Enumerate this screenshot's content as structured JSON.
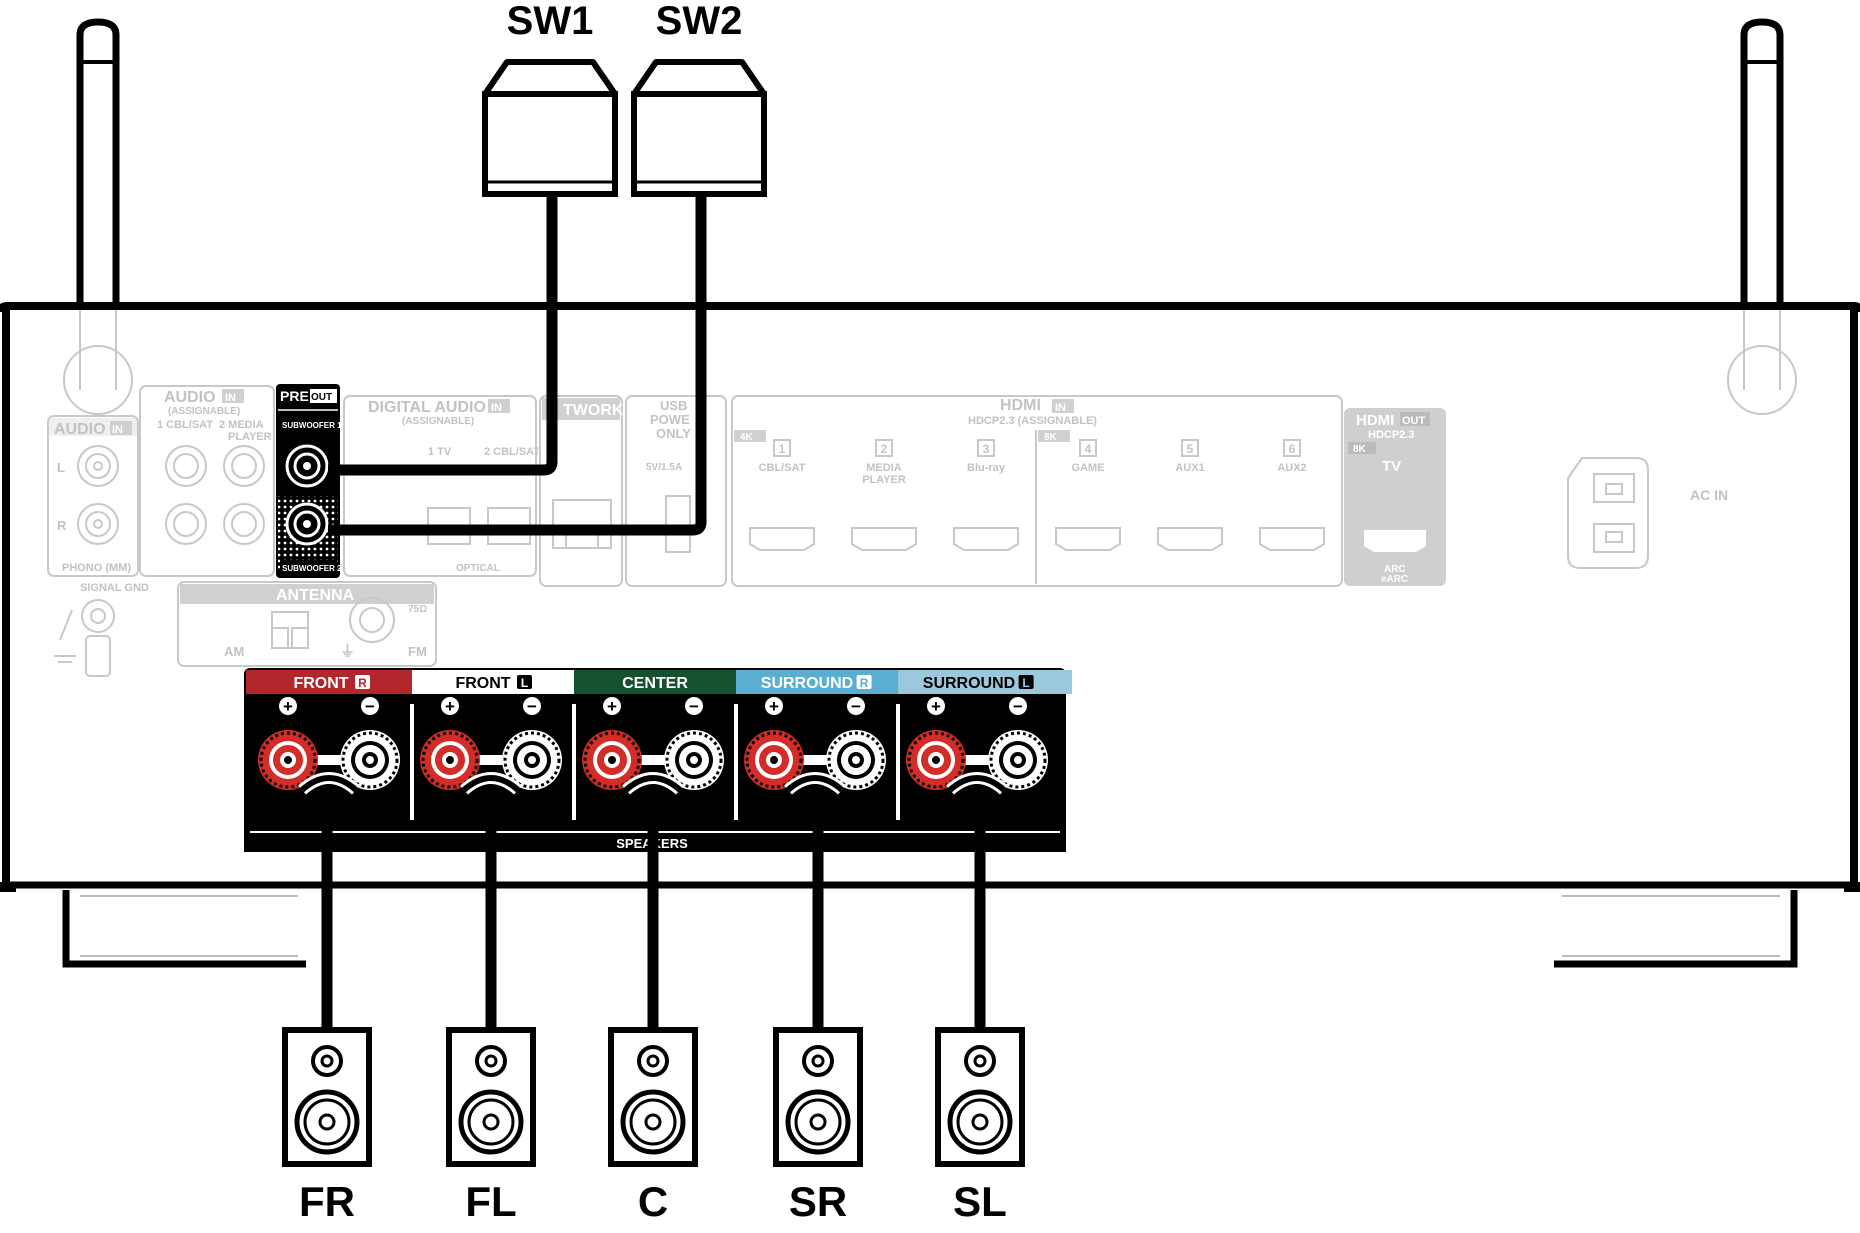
{
  "subwoofers": [
    {
      "id": "sw1",
      "label": "SW1"
    },
    {
      "id": "sw2",
      "label": "SW2"
    }
  ],
  "speakers": [
    {
      "id": "fr",
      "label": "FR"
    },
    {
      "id": "fl",
      "label": "FL"
    },
    {
      "id": "c",
      "label": "C"
    },
    {
      "id": "sr",
      "label": "SR"
    },
    {
      "id": "sl",
      "label": "SL"
    }
  ],
  "speaker_terminals": {
    "title": "SPEAKERS",
    "channels": [
      {
        "name": "FRONT",
        "badge": "R",
        "color": "#b3262c",
        "text_color": "#ffffff"
      },
      {
        "name": "FRONT",
        "badge": "L",
        "color": "#ffffff",
        "text_color": "#000000"
      },
      {
        "name": "CENTER",
        "badge": "",
        "color": "#15502f",
        "text_color": "#ffffff"
      },
      {
        "name": "SURROUND",
        "badge": "R",
        "color": "#5aaed2",
        "text_color": "#ffffff"
      },
      {
        "name": "SURROUND",
        "badge": "L",
        "color": "#9cc8dd",
        "text_color": "#000000"
      }
    ],
    "plus": "+",
    "minus": "−"
  },
  "pre_out": {
    "pre": "PRE",
    "out": "OUT",
    "sub1": "SUBWOOFER 1",
    "sub2": "SUBWOOFER 2"
  },
  "rear_panel": {
    "audio_in_left": {
      "title": "AUDIO",
      "badge": "IN",
      "l": "L",
      "r": "R",
      "phono": "PHONO (MM)",
      "signal_gnd": "SIGNAL GND"
    },
    "audio_in_assignable": {
      "title": "AUDIO",
      "badge": "IN",
      "sub": "(ASSIGNABLE)",
      "ch1": "1 CBL/SAT",
      "ch2": "2 MEDIA",
      "ch2b": "PLAYER"
    },
    "digital_audio": {
      "title": "DIGITAL AUDIO",
      "badge": "IN",
      "sub": "(ASSIGNABLE)",
      "ch1": "1   TV",
      "ch2": "2 CBL/SAT",
      "optical": "OPTICAL"
    },
    "network": "TWORK",
    "usb": {
      "l1": "USB",
      "l2": "POWE",
      "l3": "ONLY",
      "rating": "5V/1.5A"
    },
    "hdmi_in": {
      "title": "HDMI",
      "badge": "IN",
      "sub": "HDCP2.3  (ASSIGNABLE)",
      "res4k": "4K",
      "res8k": "8K",
      "inputs": [
        {
          "num": "1",
          "name": "CBL/SAT",
          "name2": ""
        },
        {
          "num": "2",
          "name": "MEDIA",
          "name2": "PLAYER"
        },
        {
          "num": "3",
          "name": "Blu-ray",
          "name2": ""
        },
        {
          "num": "4",
          "name": "GAME",
          "name2": ""
        },
        {
          "num": "5",
          "name": "AUX1",
          "name2": ""
        },
        {
          "num": "6",
          "name": "AUX2",
          "name2": ""
        }
      ]
    },
    "hdmi_out": {
      "title": "HDMI",
      "badge": "OUT",
      "sub": "HDCP2.3",
      "res": "8K",
      "tv": "TV",
      "arc": "ARC",
      "earc": "eARC"
    },
    "antenna": {
      "title": "ANTENNA",
      "am": "AM",
      "fm": "FM",
      "ohm": "75Ω"
    },
    "ac_in": "AC IN"
  }
}
